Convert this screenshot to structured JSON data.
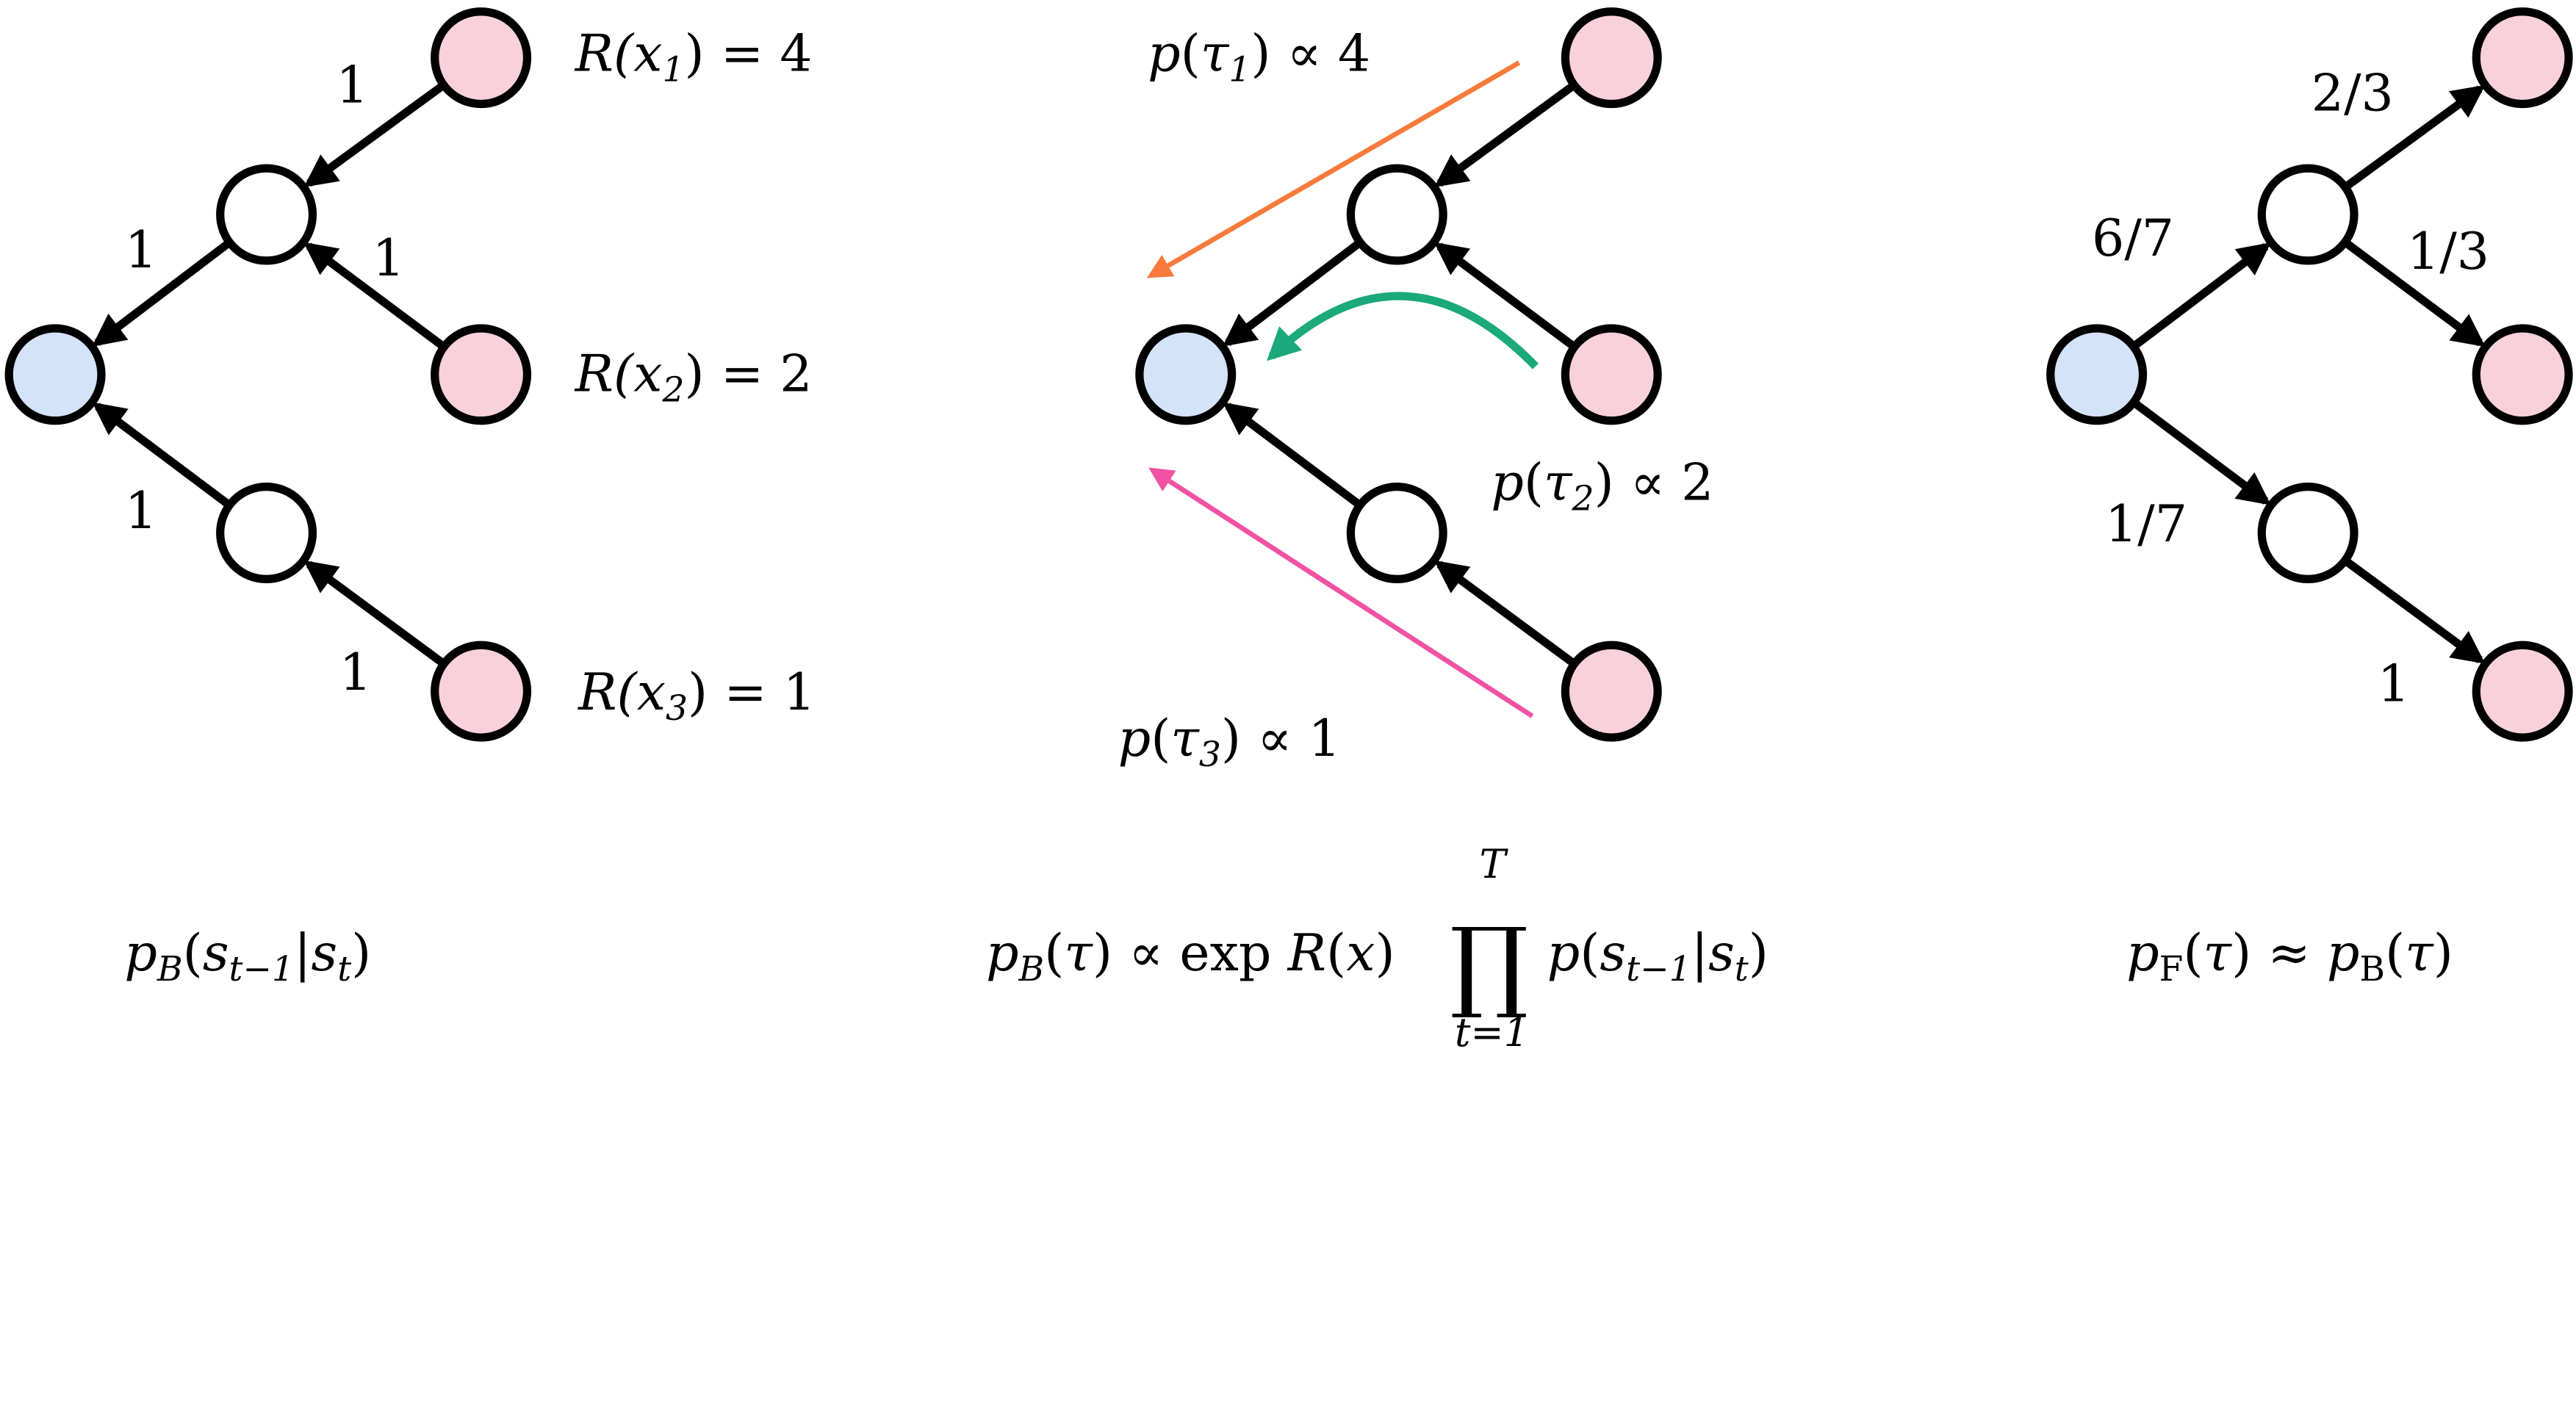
{
  "colors": {
    "leaf": "#f9d1db",
    "root": "#d3e3f9",
    "inner": "#ffffff",
    "tau1": "#f97b3b",
    "tau2": "#1ba97b",
    "tau3": "#f152a3"
  },
  "left_tree": {
    "edge_labels": [
      "1",
      "1",
      "1",
      "1",
      "1"
    ],
    "rewards": [
      [
        [
          "R(",
          "i"
        ],
        [
          "x",
          "i"
        ],
        [
          "1",
          "sub"
        ],
        [
          ") = 4",
          "r"
        ]
      ],
      [
        [
          "R(",
          "i"
        ],
        [
          "x",
          "i"
        ],
        [
          "2",
          "sub"
        ],
        [
          ") = 2",
          "r"
        ]
      ],
      [
        [
          "R(",
          "i"
        ],
        [
          "x",
          "i"
        ],
        [
          "3",
          "sub"
        ],
        [
          ") = 1",
          "r"
        ]
      ]
    ],
    "caption": [
      [
        "p",
        "i"
      ],
      [
        "B",
        "sub"
      ],
      [
        "(",
        "r"
      ],
      [
        "s",
        "i"
      ],
      [
        "t−1",
        "sub"
      ],
      [
        "|",
        "r"
      ],
      [
        "s",
        "i"
      ],
      [
        "t",
        "sub"
      ],
      [
        ")",
        "r"
      ]
    ]
  },
  "middle_tree": {
    "trajectories": [
      [
        [
          "p",
          "i"
        ],
        [
          "(",
          "r"
        ],
        [
          "τ",
          "i"
        ],
        [
          "1",
          "sub"
        ],
        [
          ") ∝ 4",
          "r"
        ]
      ],
      [
        [
          "p",
          "i"
        ],
        [
          "(",
          "r"
        ],
        [
          "τ",
          "i"
        ],
        [
          "2",
          "sub"
        ],
        [
          ") ∝ 2",
          "r"
        ]
      ],
      [
        [
          "p",
          "i"
        ],
        [
          "(",
          "r"
        ],
        [
          "τ",
          "i"
        ],
        [
          "3",
          "sub"
        ],
        [
          ") ∝ 1",
          "r"
        ]
      ]
    ],
    "caption_left": [
      [
        "p",
        "i"
      ],
      [
        "B",
        "sub"
      ],
      [
        "(",
        "r"
      ],
      [
        "τ",
        "i"
      ],
      [
        ") ∝ exp ",
        "r"
      ],
      [
        "R",
        "i"
      ],
      [
        "(",
        "r"
      ],
      [
        "x",
        "i"
      ],
      [
        ")",
        "r"
      ]
    ],
    "product_symbol": "∏",
    "product_upper": "T",
    "product_lower": "t=1",
    "caption_right": [
      [
        "p",
        "i"
      ],
      [
        "(",
        "r"
      ],
      [
        "s",
        "i"
      ],
      [
        "t−1",
        "sub"
      ],
      [
        "|",
        "r"
      ],
      [
        "s",
        "i"
      ],
      [
        "t",
        "sub"
      ],
      [
        ")",
        "r"
      ]
    ]
  },
  "right_tree": {
    "edge_labels": [
      "6/7",
      "2/3",
      "1/3",
      "1/7",
      "1"
    ],
    "caption": [
      [
        "p",
        "i"
      ],
      [
        "F",
        "subr"
      ],
      [
        "(",
        "r"
      ],
      [
        "τ",
        "i"
      ],
      [
        ") ≈ ",
        "r"
      ],
      [
        "p",
        "i"
      ],
      [
        "B",
        "subr"
      ],
      [
        "(",
        "r"
      ],
      [
        "τ",
        "i"
      ],
      [
        ")",
        "r"
      ]
    ]
  }
}
